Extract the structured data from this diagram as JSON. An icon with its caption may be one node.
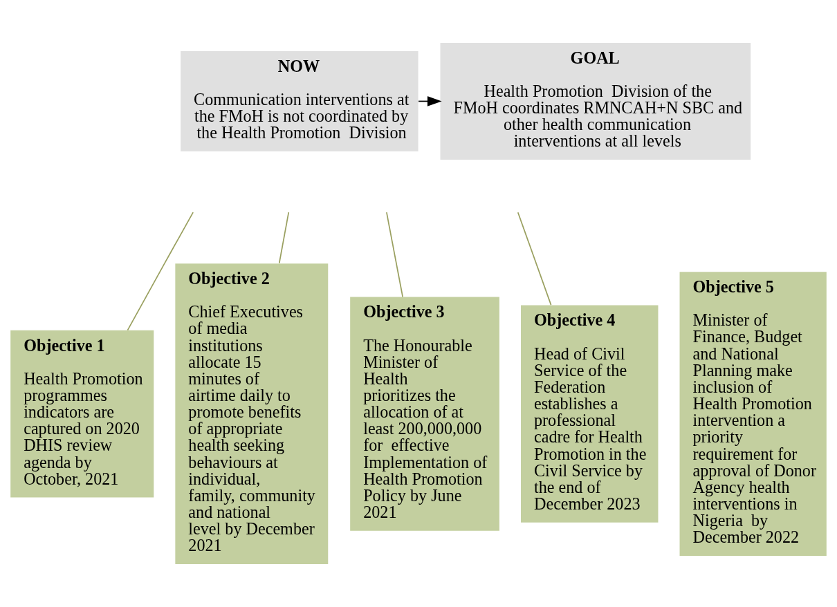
{
  "diagram": {
    "nodes": [
      {
        "text": [
          "NOW",
          "Communication interventions at the FMoH is not coordinated by the Health Promotion  Division"
        ]
      },
      {
        "text": [
          "GOAL",
          "Health Promotion  Division of the FMoH coordinates RMNCAH+N SBC and other health communication interventions at all levels"
        ]
      },
      {
        "text": [
          "Objective 1",
          "Health Promotion programmes indicators are captured on 2020 DHIS review agenda by October, 2021"
        ]
      },
      {
        "text": [
          "Objective 2",
          "Chief Executives of media institutions allocate 15 minutes of airtime daily to promote benefits of appropriate health seeking behaviours at individual, family, community and national level by December 2021"
        ]
      },
      {
        "text": [
          "Objective 3",
          "The Honourable Minister of Health prioritizes the allocation of at least 200,000,000 for  effective Implementation of Health Promotion Policy by June 2021"
        ]
      },
      {
        "text": [
          "Objective 4",
          "Head of Civil Service of the Federation establishes a professional cadre for Health Promotion in the Civil Service by the end of December 2023"
        ]
      },
      {
        "text": [
          "Objective 5",
          "Minister of Finance, Budget and National Planning make inclusion of Health Promotion intervention a priority requirement for approval of Donor Agency health interventions in Nigeria  by December 2022"
        ]
      }
    ],
    "edges": [
      {
        "from": 0,
        "to": 1,
        "arrow": "to",
        "color": "#000000"
      },
      {
        "from": null,
        "to": 2,
        "arrow": "none"
      },
      {
        "from": null,
        "to": 3,
        "arrow": "none"
      },
      {
        "from": null,
        "to": 4,
        "arrow": "none"
      },
      {
        "from": null,
        "to": 5,
        "arrow": "none"
      }
    ]
  }
}
